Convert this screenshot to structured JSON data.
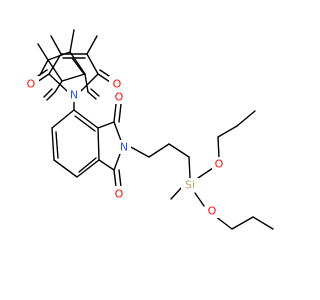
{
  "molecule": {
    "atom_labels": {
      "o1": "O",
      "o2": "O",
      "n1": "N",
      "o3": "O",
      "o4": "O",
      "n2": "N",
      "si": "Si",
      "o5": "O",
      "o6": "O"
    },
    "colors": {
      "O": "#ff0d0d",
      "N": "#3050f8",
      "Si": "#c8a070",
      "bond": "#000000"
    }
  }
}
